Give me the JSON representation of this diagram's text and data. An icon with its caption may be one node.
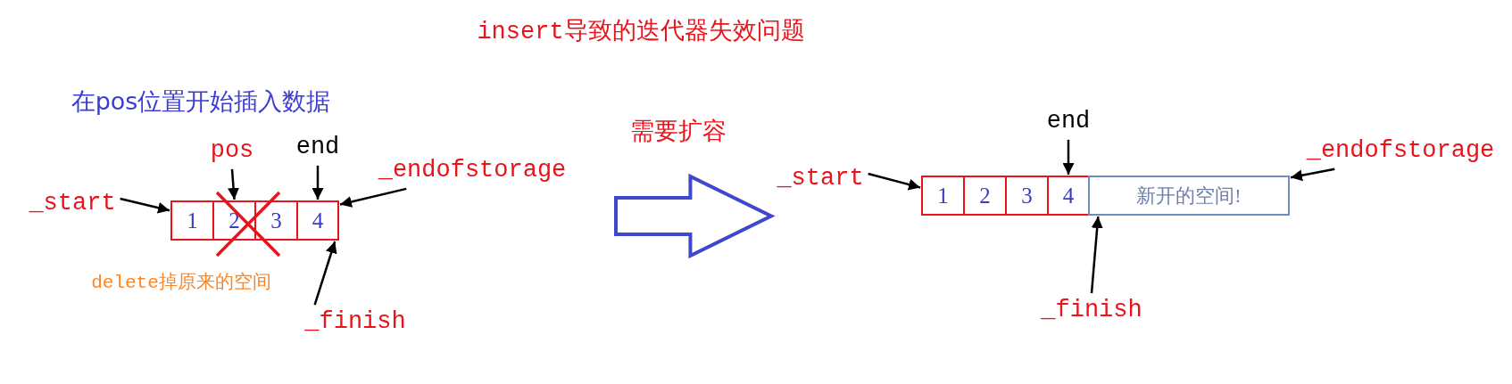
{
  "diagram": {
    "title": "insert导致的迭代器失效问题",
    "nodes": [
      {
        "text": [
          "1"
        ]
      },
      {
        "text": [
          "2"
        ]
      },
      {
        "text": [
          "3"
        ]
      },
      {
        "text": [
          "4"
        ]
      },
      {
        "text": [
          "pos"
        ]
      },
      {
        "text": [
          "end"
        ]
      },
      {
        "text": [
          "_start"
        ]
      },
      {
        "text": [
          "_endofstorage"
        ]
      },
      {
        "text": [
          "_finish"
        ]
      },
      {
        "text": [],
        "shape": "arrow"
      },
      {
        "text": [
          "1"
        ]
      },
      {
        "text": [
          "2"
        ]
      },
      {
        "text": [
          "3"
        ]
      },
      {
        "text": [
          "4"
        ]
      },
      {
        "text": [
          "新开的空间!"
        ]
      },
      {
        "text": [
          "end"
        ]
      },
      {
        "text": [
          "_start"
        ]
      },
      {
        "text": [
          "_endofstorage"
        ]
      },
      {
        "text": [
          "_finish"
        ]
      }
    ],
    "edges": [
      {
        "from": 4,
        "to": 1,
        "arrow": "to"
      },
      {
        "from": 5,
        "to": 3,
        "arrow": "to"
      },
      {
        "from": 6,
        "to": 0,
        "arrow": "to"
      },
      {
        "from": 7,
        "to": 3,
        "arrow": "to"
      },
      {
        "from": 8,
        "to": 3,
        "arrow": "to"
      },
      {
        "from": 15,
        "to": 13,
        "arrow": "to"
      },
      {
        "from": 16,
        "to": 10,
        "arrow": "to"
      },
      {
        "from": 17,
        "to": 14,
        "arrow": "to"
      },
      {
        "from": 18,
        "to": 14,
        "arrow": "to"
      }
    ],
    "labels": [
      "在pos位置开始插入数据",
      "需要扩容",
      "delete掉原来的空间"
    ]
  }
}
